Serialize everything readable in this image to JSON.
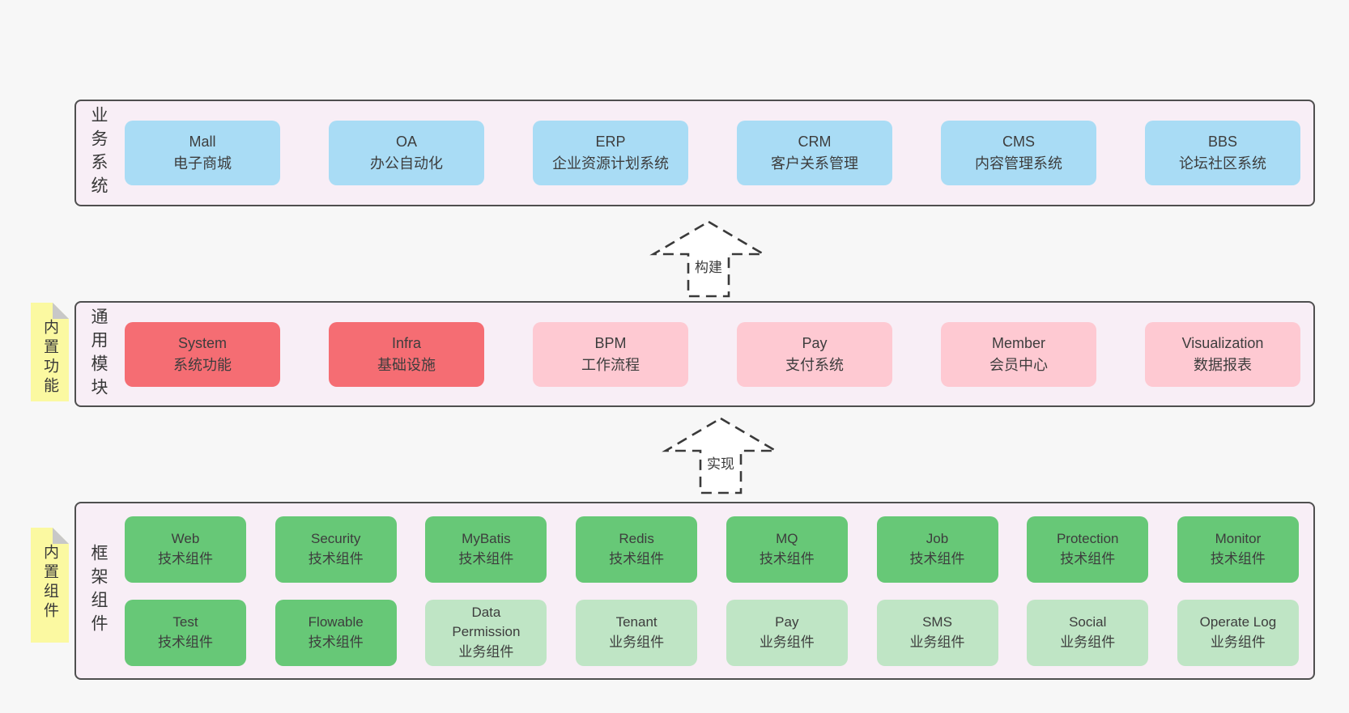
{
  "colors": {
    "page_bg": "#f7f7f7",
    "band_bg": "#f8eef6",
    "band_border": "#4f4f4f",
    "blue": "#a9dcf5",
    "red": "#f56d73",
    "pink": "#fec9d2",
    "green_dark": "#67c877",
    "green_light": "#bfe5c5",
    "note_bg": "#fbf9a1",
    "note_fold": "#c8c8c8",
    "text": "#3d3d3d",
    "arrow": "#3a3a3a"
  },
  "arrows": {
    "build": "构建",
    "implement": "实现"
  },
  "bands": {
    "business": {
      "label": "业务系统",
      "boxes": [
        {
          "name": "Mall",
          "desc": "电子商城"
        },
        {
          "name": "OA",
          "desc": "办公自动化"
        },
        {
          "name": "ERP",
          "desc": "企业资源计划系统"
        },
        {
          "name": "CRM",
          "desc": "客户关系管理"
        },
        {
          "name": "CMS",
          "desc": "内容管理系统"
        },
        {
          "name": "BBS",
          "desc": "论坛社区系统"
        }
      ]
    },
    "modules": {
      "label": "通用模块",
      "note": "内置功能",
      "boxes": [
        {
          "name": "System",
          "desc": "系统功能",
          "variant": "red"
        },
        {
          "name": "Infra",
          "desc": "基础设施",
          "variant": "red"
        },
        {
          "name": "BPM",
          "desc": "工作流程",
          "variant": "pink"
        },
        {
          "name": "Pay",
          "desc": "支付系统",
          "variant": "pink"
        },
        {
          "name": "Member",
          "desc": "会员中心",
          "variant": "pink"
        },
        {
          "name": "Visualization",
          "desc": "数据报表",
          "variant": "pink"
        }
      ]
    },
    "components": {
      "label": "框架组件",
      "note": "内置组件",
      "row1": [
        {
          "name": "Web",
          "desc": "技术组件",
          "variant": "green_dark"
        },
        {
          "name": "Security",
          "desc": "技术组件",
          "variant": "green_dark"
        },
        {
          "name": "MyBatis",
          "desc": "技术组件",
          "variant": "green_dark"
        },
        {
          "name": "Redis",
          "desc": "技术组件",
          "variant": "green_dark"
        },
        {
          "name": "MQ",
          "desc": "技术组件",
          "variant": "green_dark"
        },
        {
          "name": "Job",
          "desc": "技术组件",
          "variant": "green_dark"
        },
        {
          "name": "Protection",
          "desc": "技术组件",
          "variant": "green_dark"
        },
        {
          "name": "Monitor",
          "desc": "技术组件",
          "variant": "green_dark"
        }
      ],
      "row2": [
        {
          "name": "Test",
          "desc": "技术组件",
          "variant": "green_dark"
        },
        {
          "name": "Flowable",
          "desc": "技术组件",
          "variant": "green_dark"
        },
        {
          "name": "Data Permission",
          "desc": "业务组件",
          "variant": "green_light"
        },
        {
          "name": "Tenant",
          "desc": "业务组件",
          "variant": "green_light"
        },
        {
          "name": "Pay",
          "desc": "业务组件",
          "variant": "green_light"
        },
        {
          "name": "SMS",
          "desc": "业务组件",
          "variant": "green_light"
        },
        {
          "name": "Social",
          "desc": "业务组件",
          "variant": "green_light"
        },
        {
          "name": "Operate Log",
          "desc": "业务组件",
          "variant": "green_light"
        }
      ]
    }
  }
}
